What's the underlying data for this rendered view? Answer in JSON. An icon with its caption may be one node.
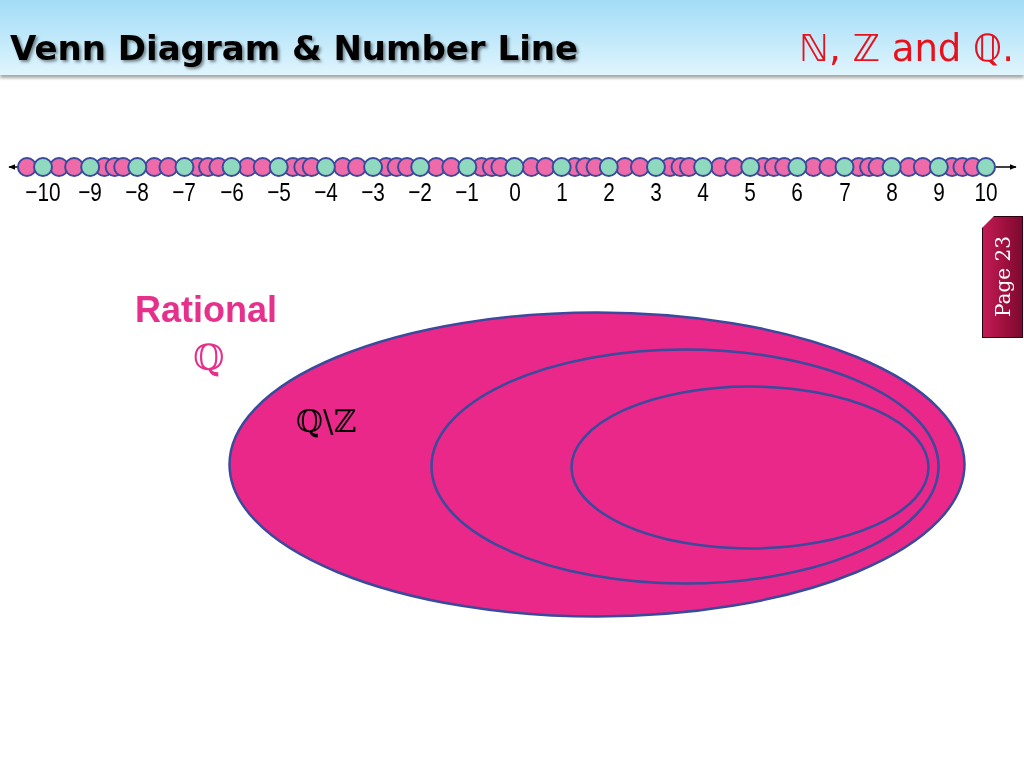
{
  "diagram": {
    "title": "Venn Diagram & Number Line",
    "nodes": [
      {
        "text": [
          "Rational",
          "ℚ",
          "ℚ\\ℤ"
        ]
      },
      {
        "text": [],
        "shape": "ellipse",
        "in": 0
      },
      {
        "text": [],
        "shape": "ellipse",
        "in": 1
      }
    ],
    "labels": [
      "ℕ, ℤ and ℚ.",
      "−10",
      "−9",
      "−8",
      "−7",
      "−6",
      "−5",
      "−4",
      "−3",
      "−2",
      "−1",
      "0",
      "1",
      "2",
      "3",
      "4",
      "5",
      "6",
      "7",
      "8",
      "9",
      "10",
      "Page 23"
    ]
  }
}
